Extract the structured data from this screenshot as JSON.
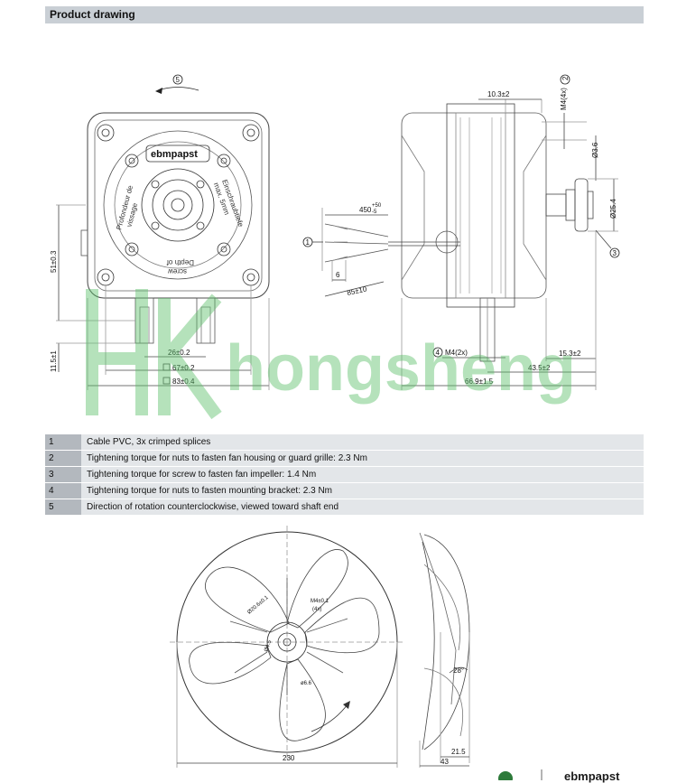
{
  "header": {
    "title": "Product drawing"
  },
  "front_view": {
    "direction_marker": "5",
    "brand": "ebmpapst",
    "text_de_left": "Einschraubtiefe",
    "text_de_left2": "max. 5mm",
    "text_fr": "Profondeur de",
    "text_fr2": "vissage",
    "text_en": "Depth of",
    "text_en2": "screw",
    "dim_height": "51±0.3",
    "dim_base": "11.5±1",
    "dim_26": "26±0.2",
    "dim_67": "67±0.2",
    "dim_83": "83±0.4"
  },
  "side_view": {
    "dim_10_3": "10.3±2",
    "label_m4_4x": "M4(4x)",
    "marker_2": "2",
    "dim_d3_6": "Ø3.6",
    "dim_d25_4": "Ø25.4",
    "marker_3": "3",
    "dim_450": "450",
    "dim_450_tol_up": "+50",
    "dim_450_tol_low": "-5",
    "marker_1": "1",
    "dim_6": "6",
    "dim_85": "85±10",
    "label_m4_2x": "M4(2x)",
    "marker_4": "4",
    "dim_15_3": "15.3±2",
    "dim_43_5": "43.5±2",
    "dim_66_9": "66.9±1.5"
  },
  "legend": [
    {
      "num": "1",
      "text": "Cable PVC, 3x crimped splices"
    },
    {
      "num": "2",
      "text": "Tightening torque for nuts to fasten fan housing or guard grille: 2.3 Nm"
    },
    {
      "num": "3",
      "text": "Tightening torque for screw to fasten fan impeller: 1.4 Nm"
    },
    {
      "num": "4",
      "text": "Tightening torque for nuts to fasten mounting bracket: 2.3 Nm"
    },
    {
      "num": "5",
      "text": "Direction of rotation counterclockwise, viewed toward shaft end"
    }
  ],
  "impeller": {
    "dim_m4": "M4±0.1",
    "dim_4x": "(4x)",
    "dim_d4_5": "Ø4.5",
    "dim_d20_6": "Ø20.6±0.1",
    "dim_d6_6": "ø6.6",
    "dim_230": "230",
    "dim_28": "28°",
    "dim_21_5": "21.5",
    "dim_43": "43"
  },
  "watermark": {
    "text": "hongsheng"
  },
  "footer": {
    "brand": "ebmpapst"
  },
  "colors": {
    "header_bg": "#c9cfd5",
    "legend_num_bg": "#b3b8be",
    "legend_text_bg": "#e3e6e9",
    "watermark": "#5cc06a"
  }
}
